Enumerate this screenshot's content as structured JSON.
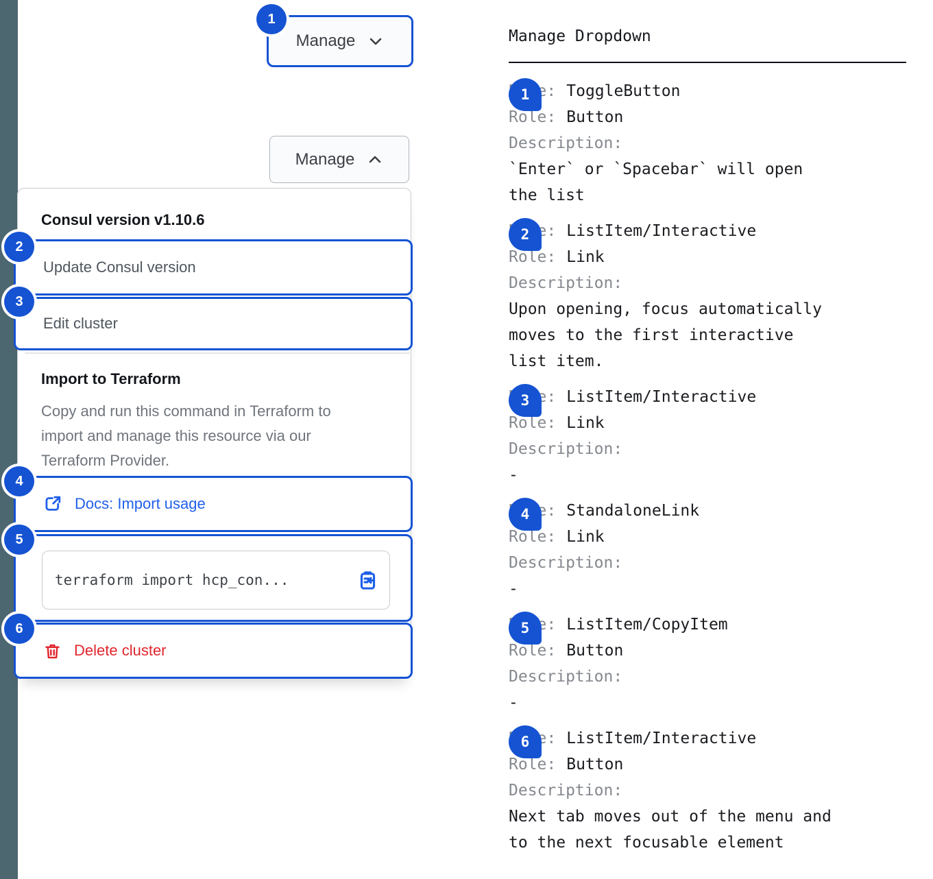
{
  "colors": {
    "accent_blue": "#1553D3",
    "link_blue": "#2060EA",
    "danger_red": "#E2252C",
    "sidebar_strip": "#4D6771"
  },
  "badges": [
    "1",
    "2",
    "3",
    "4",
    "5",
    "6"
  ],
  "left": {
    "toggle_button_label": "Manage",
    "dropdown": {
      "version_title": "Consul version v1.10.6",
      "items": [
        {
          "label": "Update Consul version"
        },
        {
          "label": "Edit cluster"
        }
      ],
      "section_title": "Import to Terraform",
      "section_description": "Copy and run this command in Terraform to import and manage this resource via our Terraform Provider.",
      "docs_link_label": "Docs: Import usage",
      "code_snippet": "terraform import hcp_con...",
      "delete_label": "Delete cluster"
    }
  },
  "right": {
    "title": "Manage Dropdown",
    "labels": {
      "name": "Name:",
      "role": "Role:",
      "description": "Description:"
    },
    "entries": [
      {
        "num": "1",
        "name": "ToggleButton",
        "role": "Button",
        "desc": "`Enter` or `Spacebar` will open the list"
      },
      {
        "num": "2",
        "name": "ListItem/Interactive",
        "role": "Link",
        "desc": "Upon opening, focus automatically moves to the first interactive list item."
      },
      {
        "num": "3",
        "name": "ListItem/Interactive",
        "role": "Link",
        "desc": "-"
      },
      {
        "num": "4",
        "name": "StandaloneLink",
        "role": "Link",
        "desc": "-"
      },
      {
        "num": "5",
        "name": "ListItem/CopyItem",
        "role": "Button",
        "desc": "-"
      },
      {
        "num": "6",
        "name": "ListItem/Interactive",
        "role": "Button",
        "desc": "Next tab moves out of the menu and to the next focusable element"
      }
    ]
  }
}
